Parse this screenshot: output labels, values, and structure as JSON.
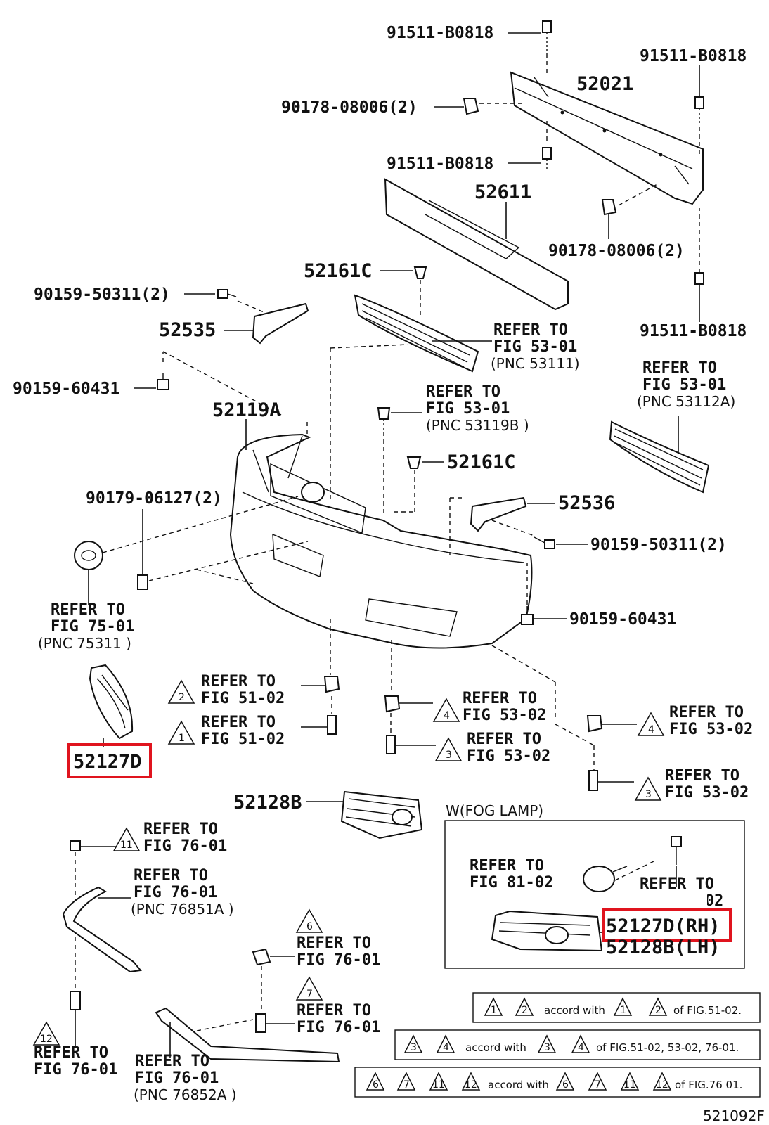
{
  "parts": {
    "bolt_top": "91511-B0818",
    "bolt_right_top": "91511-B0818",
    "reinforcement": "52021",
    "clip_left": "90178-08006(2)",
    "bolt_mid": "91511-B0818",
    "absorber": "52611",
    "clip_right": "90178-08006(2)",
    "retainer_c_top": "52161C",
    "bolt_right_bottom": "91511-B0818",
    "screw_left": "90159-50311(2)",
    "bracket_left": "52535",
    "bolt_left": "90159-60431",
    "bumper_cover": "52119A",
    "retainer_c_mid": "52161C",
    "nut": "90179-06127(2)",
    "bracket_right": "52536",
    "screw_right": "90159-50311(2)",
    "bolt_right": "90159-60431",
    "cover_lh_highlight": "52127D",
    "grille_cover": "52128B",
    "fog_rh": "52127D(RH)",
    "fog_lh": "52128B(LH)"
  },
  "refs": {
    "refer_to": "REFER TO",
    "grille_upper_fig": "FIG 53-01",
    "grille_upper_pnc": "(PNC 53111)",
    "grille_lower_fig": "FIG 53-01",
    "grille_lower_pnc": "(PNC 53112A)",
    "clip_fig": "FIG 53-01",
    "clip_pnc": "(PNC 53119B )",
    "emblem_fig": "FIG 75-01",
    "emblem_pnc": "(PNC 75311 )",
    "t2_fig": "FIG 51-02",
    "t1_fig": "FIG 51-02",
    "t4a_fig": "FIG 53-02",
    "t3a_fig": "FIG 53-02",
    "t4b_fig": "FIG 53-02",
    "t3b_fig": "FIG 53-02",
    "t11_fig": "FIG 76-01",
    "spoiler_fig": "FIG 76-01",
    "spoiler_pnc": "(PNC 76851A )",
    "t6_fig": "FIG 76-01",
    "t7_fig": "FIG 76-01",
    "t12_fig": "FIG 76-01",
    "lower_fig": "FIG 76-01",
    "lower_pnc": "(PNC 76852A )",
    "fog_lamp_fig": "FIG 81-02",
    "fog_bolt_fig": "FIG 81-02"
  },
  "triangles": {
    "t1": "1",
    "t2": "2",
    "t3": "3",
    "t4": "4",
    "t6": "6",
    "t7": "7",
    "t11": "11",
    "t12": "12"
  },
  "fog_box_title": "W(FOG LAMP)",
  "notes": {
    "line1_mid": "accord with",
    "line1_end": "of FIG.51-02.",
    "line2_mid": "accord with",
    "line2_end": "of FIG.51-02, 53-02, 76-01.",
    "line3_mid": "accord with",
    "line3_end": "of FIG.76 01."
  },
  "diagram_code": "521092F",
  "colors": {
    "highlight": "#e0141e",
    "ink": "#111111"
  }
}
